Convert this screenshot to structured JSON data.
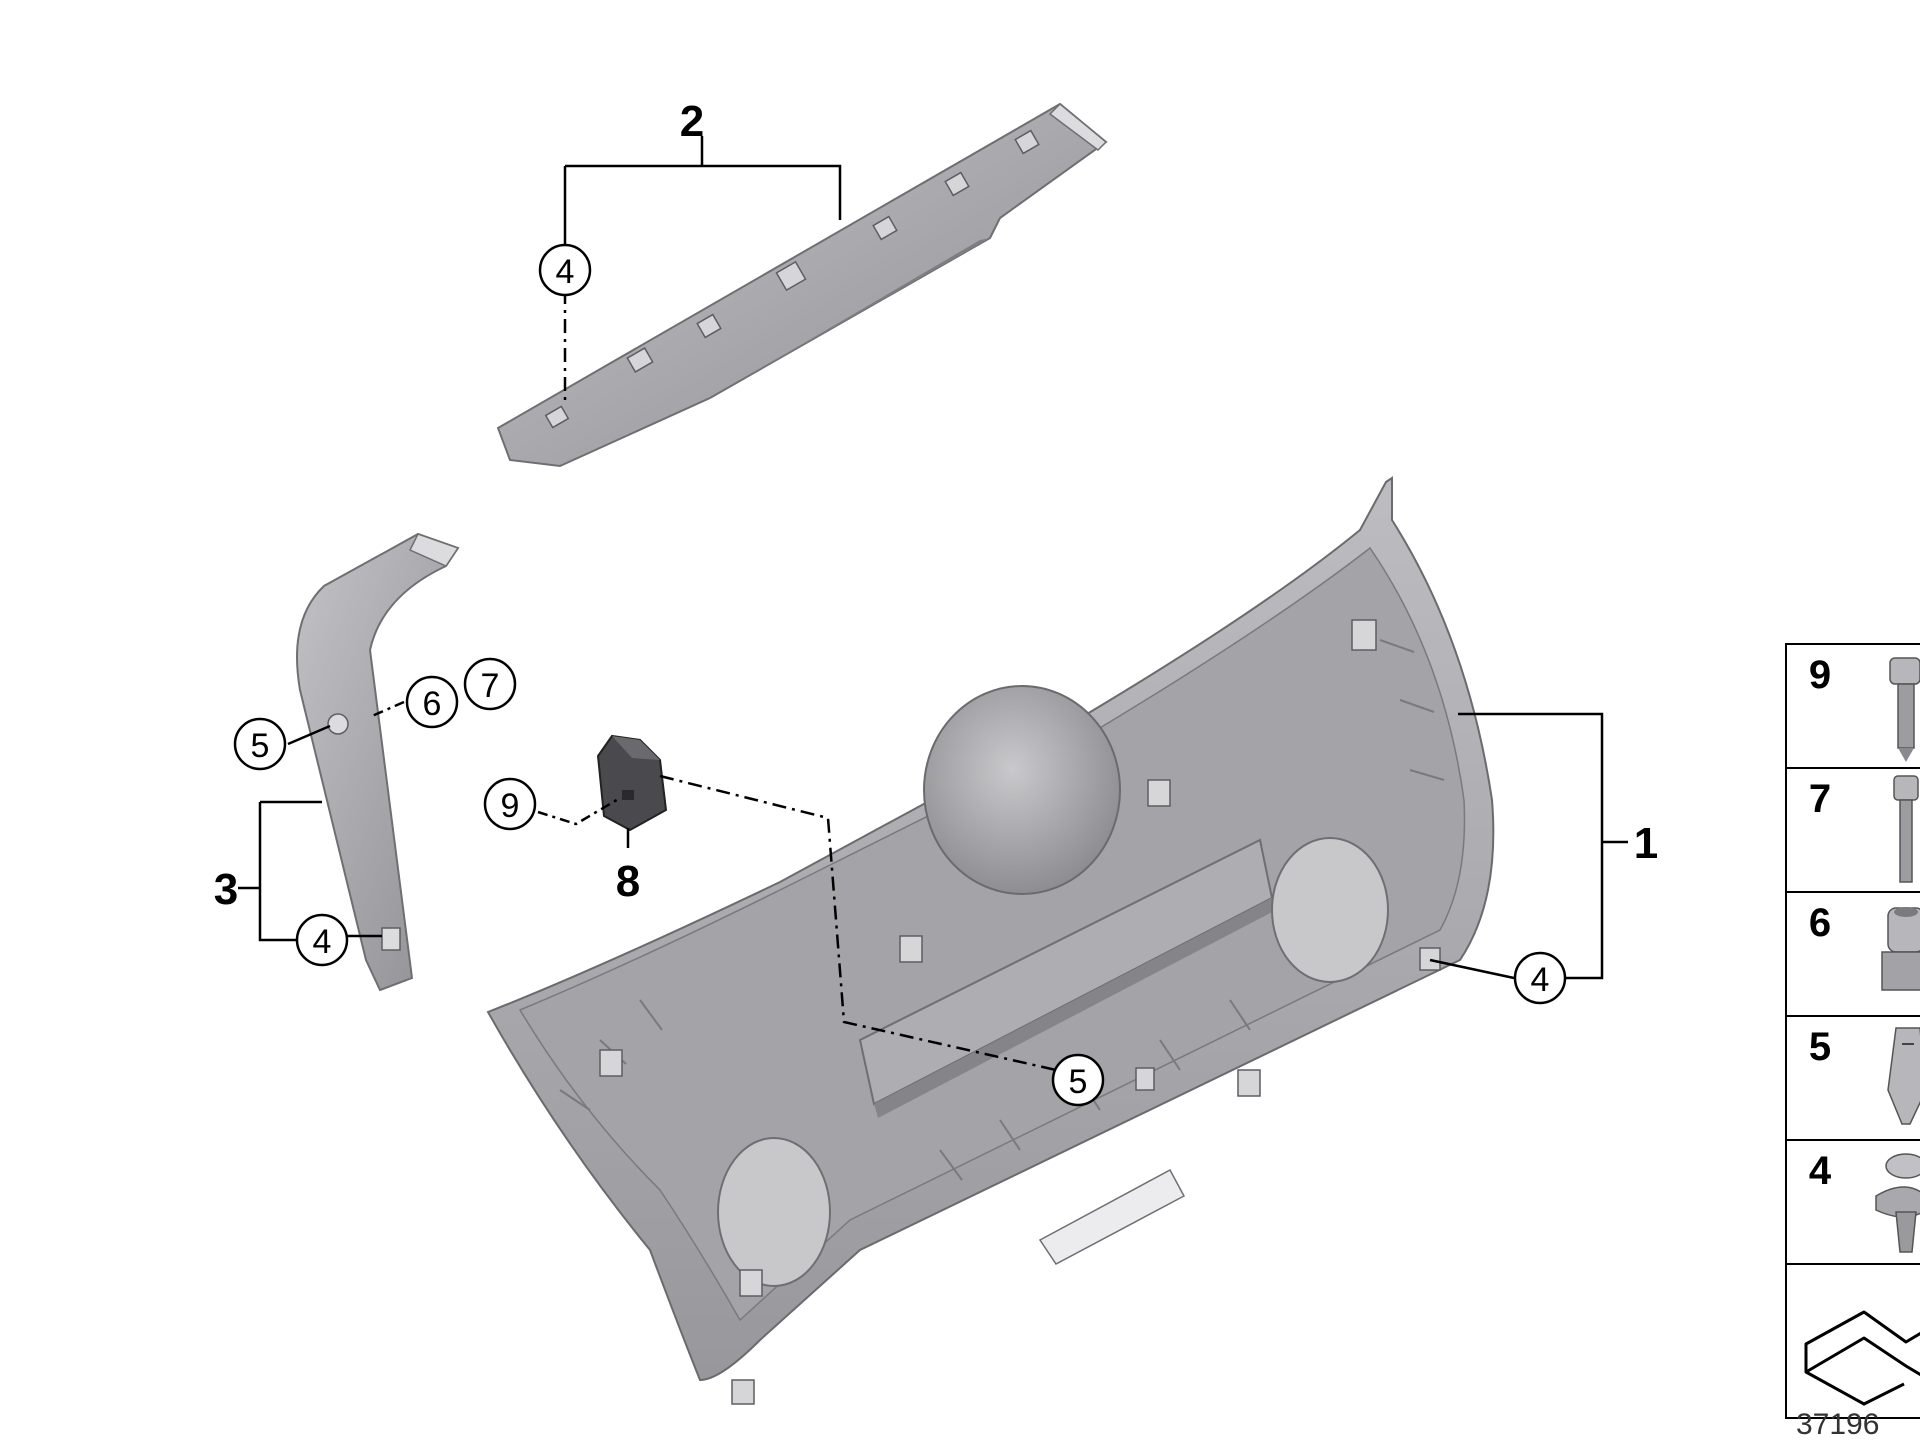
{
  "diagram": {
    "figure_number": "37196",
    "callouts": {
      "part_1": "1",
      "part_2": "2",
      "part_3": "3",
      "part_8": "8",
      "c4_top": "4",
      "c4_left": "4",
      "c4_right": "4",
      "c5_left": "5",
      "c5_center": "5",
      "c6": "6",
      "c7": "7",
      "c9": "9"
    },
    "legend": [
      {
        "number": "9",
        "icon": "screw-icon"
      },
      {
        "number": "7",
        "icon": "long-screw-icon"
      },
      {
        "number": "6",
        "icon": "grommet-nut-icon"
      },
      {
        "number": "5",
        "icon": "spring-nut-icon"
      },
      {
        "number": "4",
        "icon": "expanding-clip-icon"
      },
      {
        "number": "",
        "icon": "tailgate-arrow-icon"
      }
    ],
    "colors": {
      "part_fill": "#a9a9ad",
      "part_shadow": "#828286",
      "part_highlight": "#cfcfd2",
      "line": "#000000"
    }
  }
}
